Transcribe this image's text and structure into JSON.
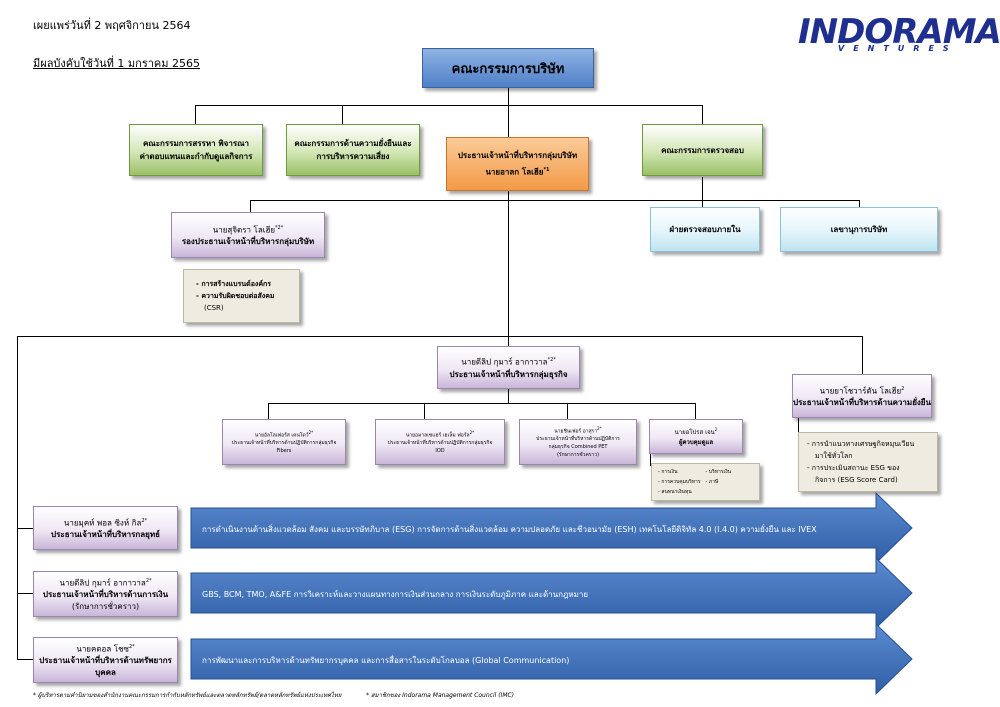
{
  "header": {
    "publish_date": "เผยแพร่วันที่ 2 พฤศจิกายน 2564",
    "effective_date": "มีผลบังคับใช้วันที่ 1 มกราคม 2565"
  },
  "logo": {
    "main": "INDORAMA",
    "sub": "VENTURES"
  },
  "board": {
    "label": "คณะกรรมการบริษัท"
  },
  "committees": [
    {
      "line1": "คณะกรรมการสรรหา พิจารณา",
      "line2": "ค่าตอบแทนและกำกับดูแลกิจการ"
    },
    {
      "line1": "คณะกรรมการด้านความยั่งยืนและ",
      "line2": "การบริหารความเสี่ยง"
    },
    {
      "line1": "คณะกรรมการตรวจสอบ"
    }
  ],
  "ceo": {
    "line1": "ประธานเจ้าหน้าที่บริหารกลุ่มบริษัท",
    "line2": "นายอาลก โลเฮีย",
    "sup": "*1"
  },
  "internal_audit": "ฝ่ายตรวจสอบภายใน",
  "company_secretary": "เลขานุการบริษัท",
  "deputy_ceo": {
    "name": "นายสุจิตรา โลเฮีย",
    "sup": "*2*",
    "title": "รองประธานเจ้าหน้าที่บริหารกลุ่มบริษัท"
  },
  "deputy_items": [
    "การสร้างแบรนด์องค์กร",
    "ความรับผิดชอบต่อสังคม",
    "(CSR)"
  ],
  "business_ceo": {
    "name": "นายดีลิป กุมาร์ อากาวาล",
    "sup": "*2*",
    "title": "ประธานเจ้าหน้าที่บริหารกลุ่มธุรกิจ"
  },
  "sustainability_ceo": {
    "name": "นายยาโชวาร์ดัน โลเฮีย",
    "sup": "2",
    "title": "ประธานเจ้าหน้าที่บริหารด้านความยั่งยืน"
  },
  "sustainability_items": [
    "การนำแนวทางเศรษฐกิจหมุนเวียน",
    "มาใช้ทั่วโลก",
    "การประเมินสถานะ ESG  ของ",
    "กิจการ (ESG Score Card)"
  ],
  "segments": [
    {
      "name": "นายอัลโลเฟอร์ส เคนโดว์",
      "sup": "2*",
      "title": "ประธานเจ้าหน้าที่บริหารด้านปฏิบัติการกลุ่มธุรกิจ",
      "unit": "Fibers"
    },
    {
      "name": "นายอมาลเซแฮร์ เฮเล็ม ฟอร์ล",
      "sup": "2*",
      "title": "ประธานเจ้าหน้าที่บริหารด้านปฏิบัติการกลุ่มธุรกิจ",
      "unit": "IOD"
    },
    {
      "name": "นายชินเฟอร์ อาสุรา",
      "sup": "2*",
      "title": "ประธานเจ้าหน้าที่บริหารด้านปฏิบัติการ",
      "unit": "กลุ่มธุรกิจ Combined PET",
      "note": "(รักษาการชั่วคราว)"
    },
    {
      "name": "นายอโปรส เจน",
      "sup": "2",
      "title": "ผู้ควบคุมดูแล",
      "unit": ""
    }
  ],
  "support_items": [
    {
      "left": "การเงิน",
      "right": "บริหารเงิน"
    },
    {
      "left": "การควบคุมบริหาร",
      "right": "ภาษี"
    },
    {
      "left": "สนทนาเงินทุน",
      "right": ""
    }
  ],
  "arrows": [
    {
      "name": "นายมุคห์ พอล ซิงห์ กิล",
      "sup": "2*",
      "title": "ประธานเจ้าหน้าที่บริหารกลยุทธ์",
      "note": "",
      "text": "การดำเนินงานด้านสิ่งแวดล้อม สังคม และบรรษัทภิบาล (ESG) การจัดการด้านสิ่งแวดล้อม ความปลอดภัย และชีวอนามัย (ESH) เทคโนโลยีดิจิทัล 4.0 (I.4.0) ความยั่งยืน และ IVEX"
    },
    {
      "name": "นายดีลิป กุมาร์ อากาวาล",
      "sup": "2*",
      "title": "ประธานเจ้าหน้าที่บริหารด้านการเงิน",
      "note": "(รักษาการชั่วคราว)",
      "text": "GBS, BCM, TMO, A&FE  การวิเคราะห์และวางแผนทางการเงินส่วนกลาง การเงินระดับภูมิภาค และด้านกฎหมาย"
    },
    {
      "name": "นายคดอล โชซ",
      "sup": "2*",
      "title": "ประธานเจ้าหน้าที่บริหารด้านทรัพยากร",
      "note": "บุคคล",
      "text": "การพัฒนาและการบริหารด้านทรัพยากรบุคคล และการสื่อสารในระดับโกลบอล (Global Communication)"
    }
  ],
  "footnotes": {
    "left": "* ผู้บริหารตามคำนิยามของสำนักงานคณะกรรมการกำกับหลักทรัพย์และตลาดหลักทรัพย์/ตลาดหลักทรัพย์แห่งประเทศไทย",
    "right": "* สมาชิกของ Indorama Management Council (IMC)"
  },
  "colors": {
    "board": "#4f80c7",
    "green": "#9bc066",
    "orange": "#f39a48",
    "arrow": "#3d6fb8"
  }
}
